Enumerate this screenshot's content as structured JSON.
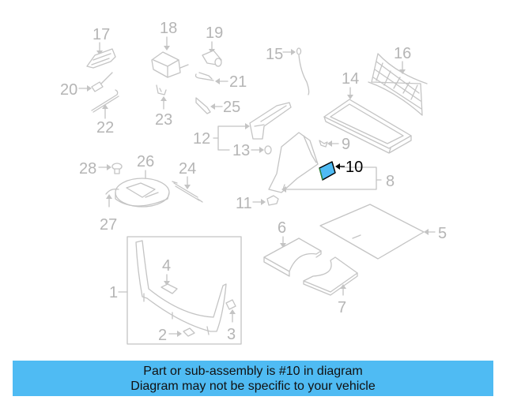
{
  "diagram": {
    "highlighted_part": "10",
    "highlight_color": "#4fbbf3",
    "callouts": [
      {
        "id": "1",
        "label": "1"
      },
      {
        "id": "2",
        "label": "2"
      },
      {
        "id": "3",
        "label": "3"
      },
      {
        "id": "4",
        "label": "4"
      },
      {
        "id": "5",
        "label": "5"
      },
      {
        "id": "6",
        "label": "6"
      },
      {
        "id": "7",
        "label": "7"
      },
      {
        "id": "8",
        "label": "8"
      },
      {
        "id": "9",
        "label": "9"
      },
      {
        "id": "10",
        "label": "10"
      },
      {
        "id": "11",
        "label": "11"
      },
      {
        "id": "12",
        "label": "12"
      },
      {
        "id": "13",
        "label": "13"
      },
      {
        "id": "14",
        "label": "14"
      },
      {
        "id": "15",
        "label": "15"
      },
      {
        "id": "16",
        "label": "16"
      },
      {
        "id": "17",
        "label": "17"
      },
      {
        "id": "18",
        "label": "18"
      },
      {
        "id": "19",
        "label": "19"
      },
      {
        "id": "20",
        "label": "20"
      },
      {
        "id": "21",
        "label": "21"
      },
      {
        "id": "22",
        "label": "22"
      },
      {
        "id": "23",
        "label": "23"
      },
      {
        "id": "24",
        "label": "24"
      },
      {
        "id": "25",
        "label": "25"
      },
      {
        "id": "26",
        "label": "26"
      },
      {
        "id": "27",
        "label": "27"
      },
      {
        "id": "28",
        "label": "28"
      }
    ]
  },
  "banner": {
    "line1": "Part or sub-assembly is #10 in diagram",
    "line2": "Diagram may not be specific to your vehicle",
    "background": "#4fbbf3"
  }
}
